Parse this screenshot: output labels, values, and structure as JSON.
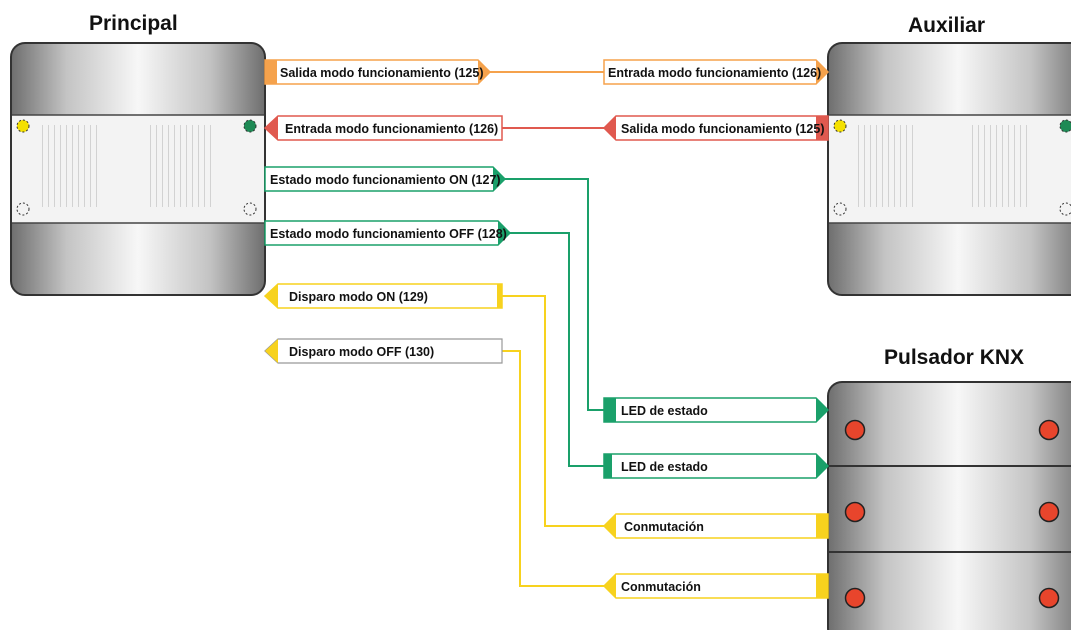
{
  "devices": {
    "principal": {
      "title": "Principal"
    },
    "auxiliar": {
      "title": "Auxiliar"
    },
    "pulsador": {
      "title": "Pulsador KNX"
    }
  },
  "colors": {
    "orange": "#f5a24c",
    "red": "#e0594f",
    "green": "#1aa06a",
    "yellow": "#f7d21e",
    "led": "#e8452c"
  },
  "connections": {
    "salida_principal": "Salida modo funcionamiento (125)",
    "entrada_auxiliar": "Entrada modo funcionamiento (126)",
    "entrada_principal": "Entrada modo funcionamiento (126)",
    "salida_auxiliar": "Salida modo funcionamiento (125)",
    "estado_on": "Estado modo funcionamiento ON (127)",
    "estado_off": "Estado modo funcionamiento OFF (128)",
    "disparo_on": "Disparo modo ON (129)",
    "disparo_off": "Disparo modo OFF (130)",
    "led_1": "LED de estado",
    "led_2": "LED de estado",
    "conmutacion_1": "Conmutación",
    "conmutacion_2": "Conmutación"
  }
}
